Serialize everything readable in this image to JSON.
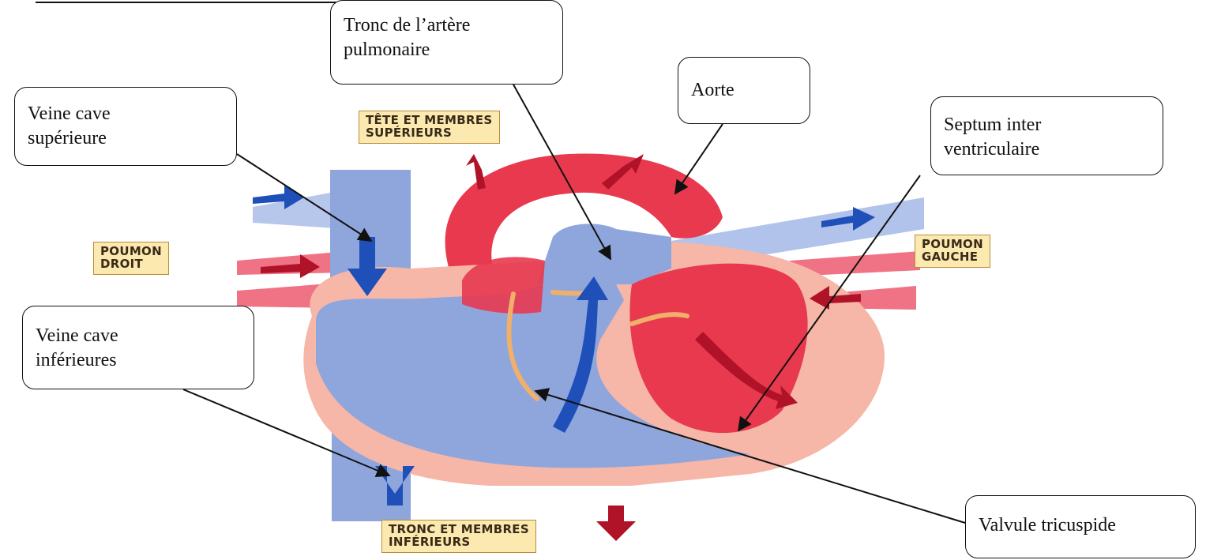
{
  "region_tags": {
    "head_arms": [
      "TÊTE ET MEMBRES",
      "SUPÉRIEURS"
    ],
    "right_lung": [
      "POUMON",
      "DROIT"
    ],
    "left_lung": [
      "POUMON",
      "GAUCHE"
    ],
    "trunk_legs": [
      "TRONC ET MEMBRES",
      "INFÉRIEURS"
    ]
  },
  "callouts": {
    "pulmonary_trunk": [
      "Tronc de l’artère",
      "pulmonaire"
    ],
    "aorta": [
      "Aorte"
    ],
    "superior_vena_cava": [
      "Veine cave",
      "supérieure"
    ],
    "septum": [
      "Septum inter",
      "ventriculaire"
    ],
    "inferior_vena_cava": [
      "Veine cave",
      "inférieures"
    ],
    "tricuspid_valve": [
      "Valvule tricuspide"
    ]
  },
  "colors": {
    "oxygen_poor": "#8fa6dc",
    "oxygen_poor_arrow": "#1f4fb8",
    "oxygen_rich": "#e8394f",
    "oxygen_rich_arrow": "#b01228",
    "muscle": "#f6b6a8",
    "valve": "#f0b06a"
  }
}
